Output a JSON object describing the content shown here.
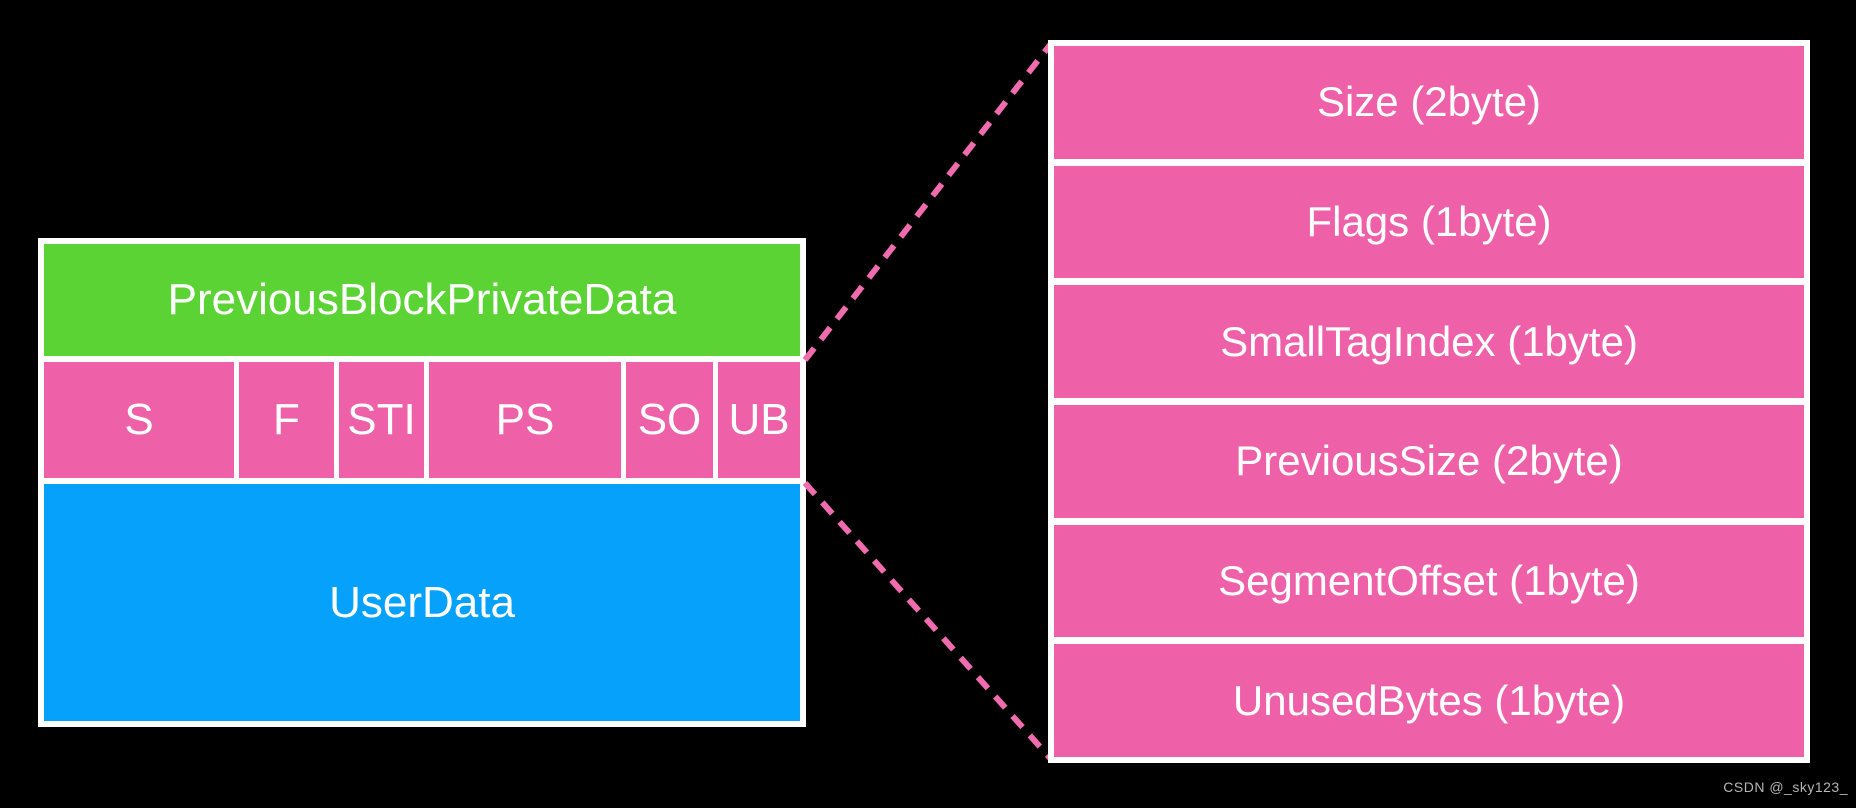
{
  "colors": {
    "background": "#000000",
    "border_white": "#ffffff",
    "green_block": "#5cd335",
    "pink_block": "#ee61a8",
    "blue_block": "#06a1fb",
    "dashed_line": "#f06cae",
    "watermark_gray": "#b5b5b5"
  },
  "left_block": {
    "private_data_label": "PreviousBlockPrivateData",
    "header_cells": [
      {
        "label": "S"
      },
      {
        "label": "F"
      },
      {
        "label": "STI"
      },
      {
        "label": "PS"
      },
      {
        "label": "SO"
      },
      {
        "label": "UB"
      }
    ],
    "user_data_label": "UserData"
  },
  "right_table": {
    "rows": [
      {
        "label": "Size (2byte)"
      },
      {
        "label": "Flags (1byte)"
      },
      {
        "label": "SmallTagIndex (1byte)"
      },
      {
        "label": "PreviousSize (2byte)"
      },
      {
        "label": "SegmentOffset (1byte)"
      },
      {
        "label": "UnusedBytes (1byte)"
      }
    ]
  },
  "watermark": {
    "text": "CSDN @_sky123_"
  }
}
